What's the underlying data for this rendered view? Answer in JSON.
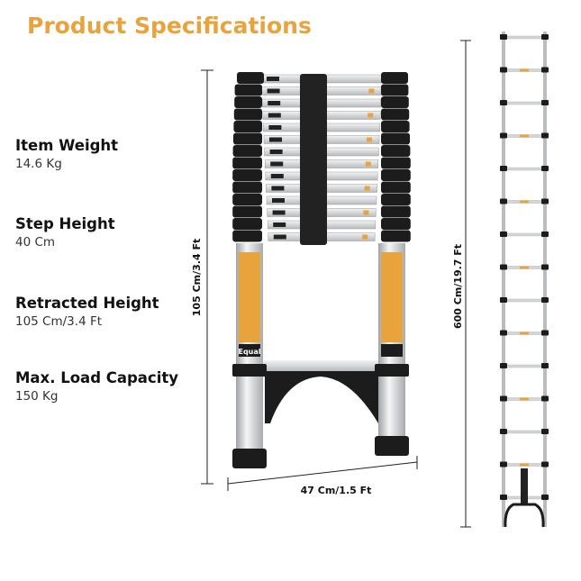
{
  "title": "Product Specifications",
  "colors": {
    "accent": "#E8A33D",
    "rail_black": "#1c1c1c",
    "aluminium": "#d9dcde"
  },
  "specs": [
    {
      "label": "Item Weight",
      "value": "14.6 Kg"
    },
    {
      "label": "Step Height",
      "value": "40 Cm"
    },
    {
      "label": "Retracted Height",
      "value": "105 Cm/3.4 Ft"
    },
    {
      "label": "Max. Load Capacity",
      "value": "150 Kg"
    }
  ],
  "dimensions": {
    "retracted_height": "105 Cm/3.4 Ft",
    "width": "47 Cm/1.5 Ft",
    "extended_height": "600 Cm/19.7 Ft"
  },
  "brand": "Equal"
}
